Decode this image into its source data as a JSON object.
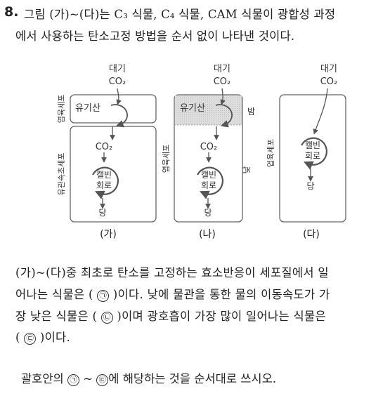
{
  "question": {
    "number": "8.",
    "line1": "그림 (가)~(다)는 C₃ 식물, C₄ 식물, CAM 식물이 광합성 과정",
    "line2": "에서 사용하는 탄소고정 방법을 순서 없이 나타낸 것이다."
  },
  "diagram": {
    "atmosphere": "대기",
    "co2": "CO₂",
    "organic_acid": "유기산",
    "calvin_line1": "캘빈",
    "calvin_line2": "회로",
    "sugar": "당",
    "mesophyll_cell": "엽육세포",
    "bundle_sheath_cell": "유관속초세포",
    "night": "밤",
    "day": "낮",
    "labels": [
      "(가)",
      "(나)",
      "(다)"
    ]
  },
  "paragraph": {
    "l1": "(가)~(다)중 최초로 탄소를 고정하는 효소반응이 세포질에서 일",
    "l2a": "어나는 식물은 ( ",
    "l2b": " )이다. 낮에 물관을 통한 물의 이동속도가 가",
    "l3a": "장 낮은 식물은 ( ",
    "l3b": " )이며 광호흡이 가장 많이 일어나는 식물은",
    "l4a": "( ",
    "l4b": " )이다."
  },
  "markers": {
    "a": "㉠",
    "b": "㉡",
    "c": "㉢"
  },
  "instruction": {
    "a": "괄호안의 ",
    "mid": " ~ ",
    "b": "에 해당하는 것을 순서대로 쓰시오."
  }
}
